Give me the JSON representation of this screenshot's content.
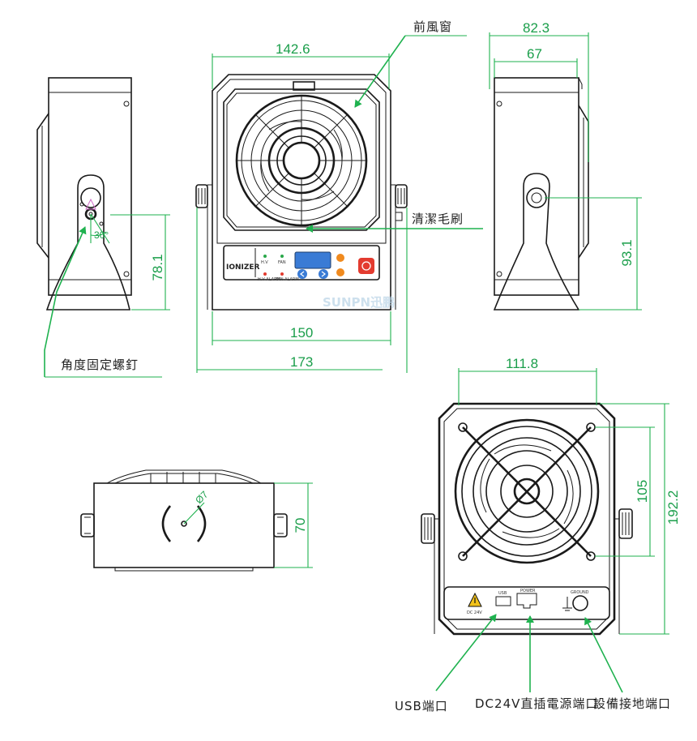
{
  "dimensions": {
    "front_width_outer": "142.6",
    "side_depth_outer": "82.3",
    "side_depth_inner": "67",
    "side_pivot_height_left": "78.1",
    "side_pivot_height_right": "93.1",
    "base_width": "150",
    "overall_width": "173",
    "rear_width": "111.8",
    "rear_hole_spacing": "105",
    "overall_height": "192.2",
    "bottom_depth": "70",
    "tilt_angle": "30°",
    "bottom_hole": "Ø7"
  },
  "callouts": {
    "front_grille": "前風窗",
    "cleaning_brush": "清潔毛刷",
    "angle_screw": "角度固定螺釘",
    "usb_port": "USB端口",
    "dc_port": "DC24V直插電源端口",
    "ground_port": "設備接地端口"
  },
  "front_panel": {
    "brand": "IONIZER",
    "led_labels": [
      "H.V",
      "FAN",
      "H.V ALARM",
      "FAN ALARM"
    ],
    "display_color": "#3a7bd5",
    "power_color": "#e33b2f",
    "timer_color": "#f08a1e"
  },
  "rear_panel": {
    "usb_label": "USB",
    "power_label": "POWER",
    "ground_label": "GROUND",
    "voltage_label": "DC 24V"
  },
  "watermark": "SUNPN迅鹏"
}
